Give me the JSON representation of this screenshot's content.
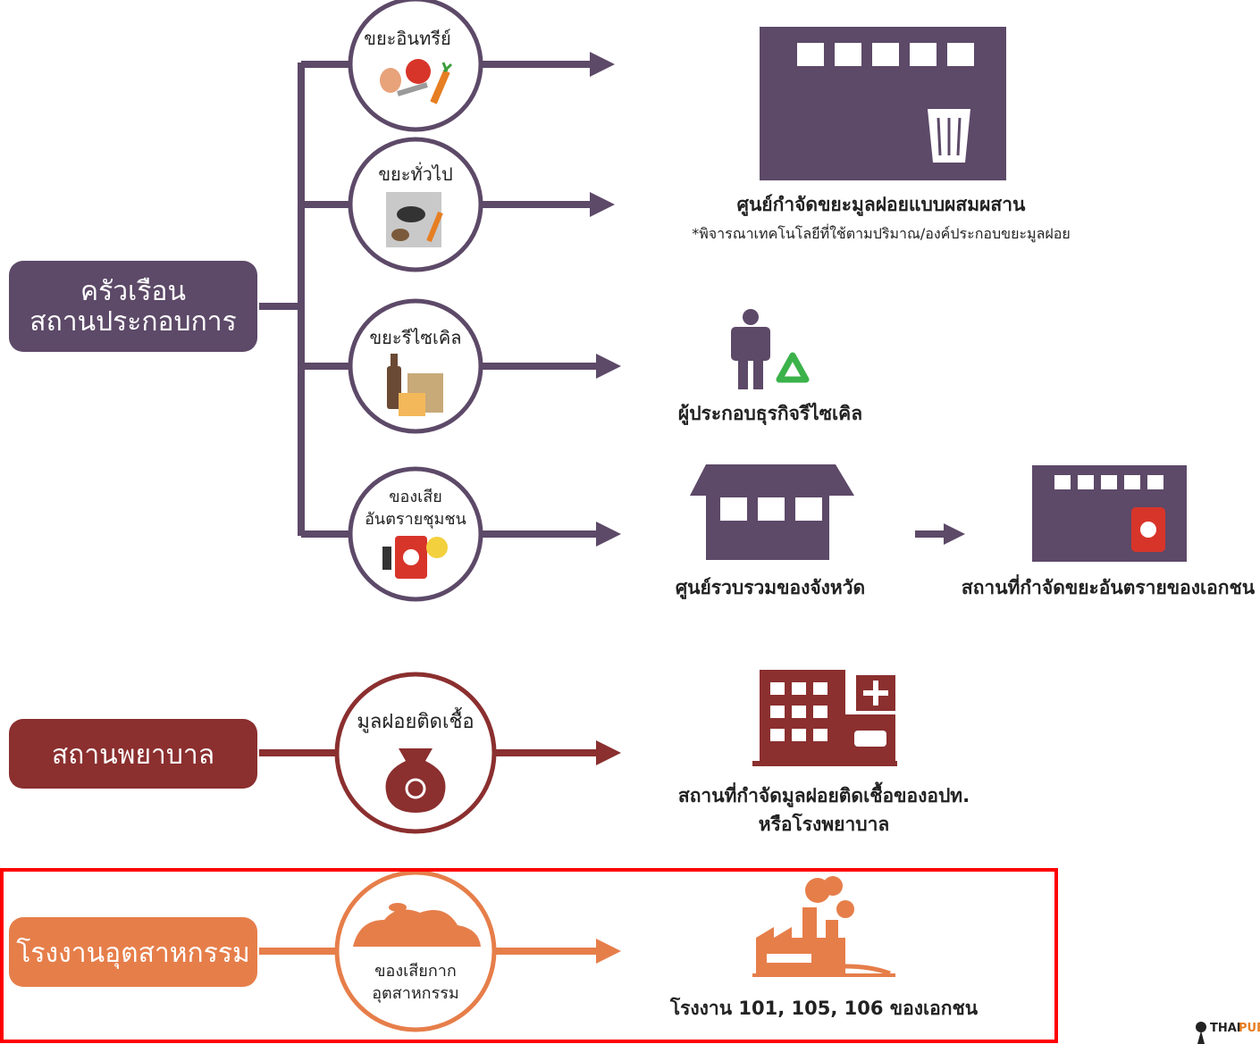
{
  "colors": {
    "purple": "#5d4968",
    "maroon": "#8b2f2f",
    "orange": "#e67e4a",
    "highlight": "#ff0000",
    "text": "#222222"
  },
  "sources": {
    "household": {
      "line1": "ครัวเรือน",
      "line2": "สถานประกอบการ"
    },
    "hospital": "สถานพยาบาล",
    "factory": "โรงงานอุตสาหกรรม"
  },
  "categories": {
    "organic": "ขยะอินทรีย์",
    "general": "ขยะทั่วไป",
    "recycle": "ขยะรีไซเคิล",
    "hazardous": {
      "line1": "ของเสีย",
      "line2": "อันตรายชุมชน"
    },
    "infectious": "มูลฝอยติดเชื้อ",
    "industrial": {
      "line1": "ของเสียกาก",
      "line2": "อุตสาหกรรม"
    }
  },
  "destinations": {
    "mixed_center": {
      "title": "ศูนย์กำจัดขยะมูลฝอยแบบผสมผสาน",
      "note": "*พิจารณาเทคโนโลยีที่ใช้ตามปริมาณ/องค์ประกอบขยะมูลฝอย"
    },
    "recycler": "ผู้ประกอบธุรกิจรีไซเคิล",
    "provincial_center": "ศูนย์รวบรวมของจังหวัด",
    "private_hazard": "สถานที่กำจัดขยะอันตรายของเอกชน",
    "infectious_site": {
      "line1": "สถานที่กำจัดมูลฝอยติดเชื้อของอปท.",
      "line2": "หรือโรงพยาบาล"
    },
    "factories": "โรงงาน 101, 105, 106 ของเอกชน"
  },
  "logo": {
    "text_a": "THAI",
    "text_b": "PUB"
  }
}
